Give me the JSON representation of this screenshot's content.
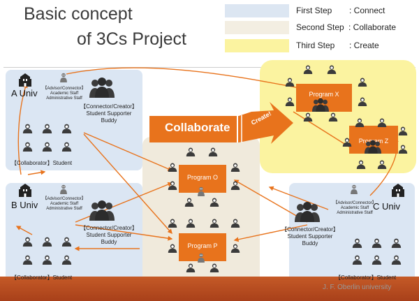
{
  "title": {
    "line1": "Basic concept",
    "line2": "of 3Cs  Project"
  },
  "legend": [
    {
      "label": "First Step",
      "meaning": ": Connect",
      "color": "#dce6f2"
    },
    {
      "label": "Second Step",
      "meaning": ": Collaborate",
      "color": "#f3eee2"
    },
    {
      "label": "Third Step",
      "meaning": ": Create",
      "color": "#fbf3a0"
    }
  ],
  "colors": {
    "orange": "#e8731c",
    "panel_blue": "#dbe6f3",
    "center_beige": "#f0eadc",
    "create_yellow": "#fbf3a0",
    "floor": "#b8471c",
    "person": "#3b3b3b"
  },
  "univs": {
    "a": {
      "name": "A Univ",
      "role": [
        "【Advisor/Connector】",
        "Academic Staff",
        "Administrative Staff"
      ],
      "connector": [
        "【Connector/Creator】",
        "Student Supporter",
        "Buddy"
      ],
      "collaborator": "【Collaborator】Student"
    },
    "b": {
      "name": "B Univ",
      "role": [
        "【Advisor/Connector】",
        "Academic Staff",
        "Administrative Staff"
      ],
      "connector": [
        "【Connector/Creator】",
        "Student Supporter",
        "Buddy"
      ],
      "collaborator": "【Collaborator】Student"
    },
    "c": {
      "name": "C Univ",
      "role": [
        "【Advisor/Connector】",
        "Academic Staff",
        "Administrative Staff"
      ],
      "connector": [
        "【Connector/Creator】",
        "Student Supporter",
        "Buddy"
      ],
      "collaborator": "【Collaborator】Student"
    }
  },
  "programs": {
    "o": "Program O",
    "p": "Program P",
    "x": "Program X",
    "z": "Program Z"
  },
  "banner": {
    "collaborate": "Collaborate",
    "create": "Create!"
  },
  "watermark": "J. F. Oberlin university"
}
